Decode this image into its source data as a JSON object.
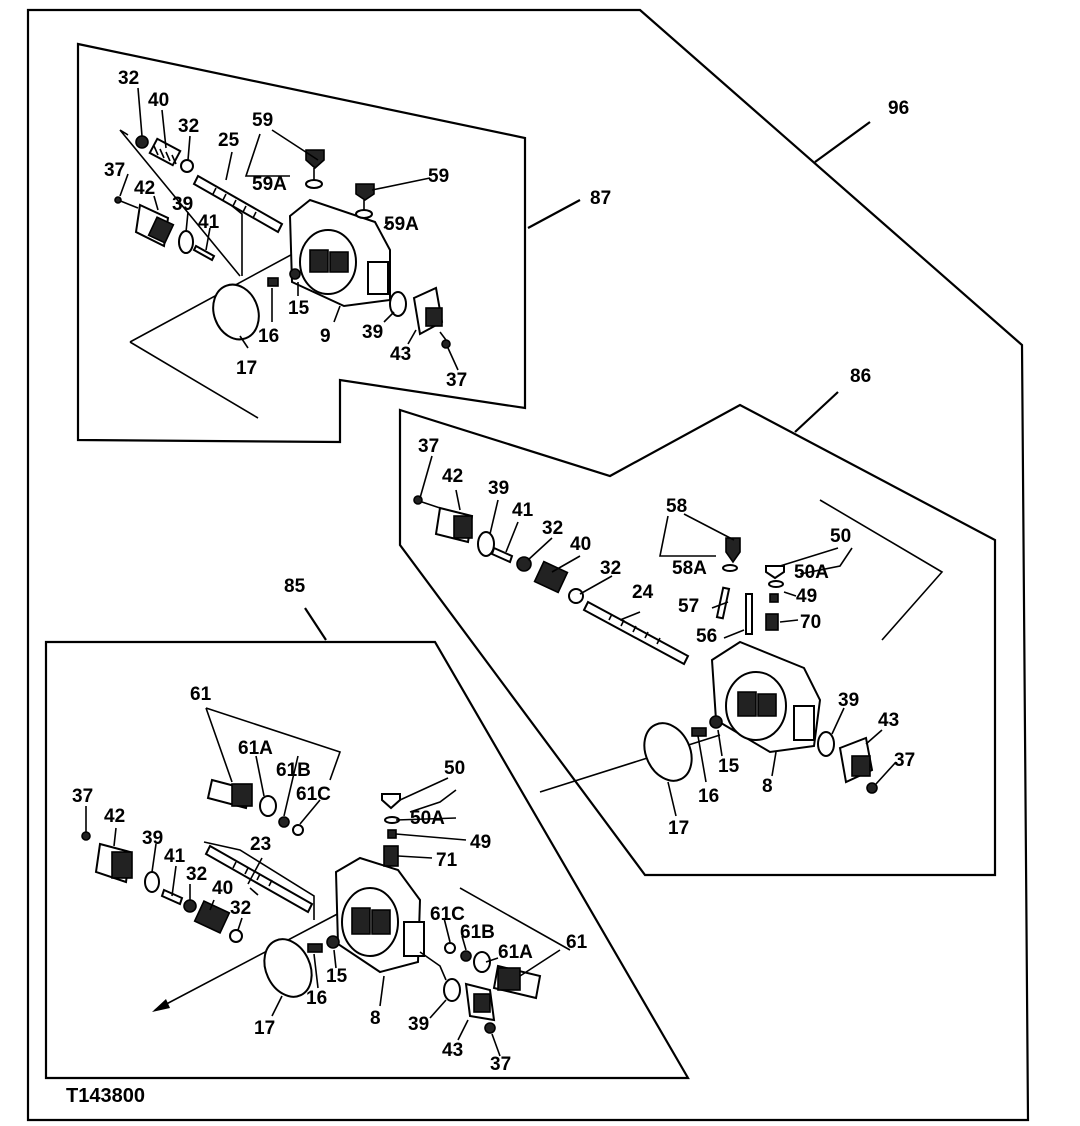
{
  "figure_id": "T143800",
  "labels": {
    "g96": "96",
    "g87": "87",
    "g86": "86",
    "g85": "85",
    "a32a": "32",
    "a40": "40",
    "a32b": "32",
    "a25": "25",
    "a59a": "59",
    "a59Aa": "59A",
    "a59b": "59",
    "a59Ab": "59A",
    "a37a": "37",
    "a42": "42",
    "a39a": "39",
    "a41": "41",
    "a15": "15",
    "a16": "16",
    "a17": "17",
    "a9": "9",
    "a39b": "39",
    "a43": "43",
    "a37b": "37",
    "b37a": "37",
    "b42": "42",
    "b39a": "39",
    "b41": "41",
    "b32a": "32",
    "b40": "40",
    "b32b": "32",
    "b58": "58",
    "b58A": "58A",
    "b50": "50",
    "b50A": "50A",
    "b49": "49",
    "b57": "57",
    "b24": "24",
    "b70": "70",
    "b56": "56",
    "b39b": "39",
    "b43": "43",
    "b37b": "37",
    "b15": "15",
    "b16": "16",
    "b8": "8",
    "b17": "17",
    "c61a": "61",
    "c61Aa": "61A",
    "c61Ba": "61B",
    "c61Ca": "61C",
    "c50": "50",
    "c50A": "50A",
    "c49": "49",
    "c71": "71",
    "c37a": "37",
    "c42": "42",
    "c39a": "39",
    "c41": "41",
    "c23": "23",
    "c32a": "32",
    "c40": "40",
    "c32b": "32",
    "c61Cb": "61C",
    "c61Bb": "61B",
    "c61Ab": "61A",
    "c61b": "61",
    "c15": "15",
    "c16": "16",
    "c17": "17",
    "c8": "8",
    "c39b": "39",
    "c43": "43",
    "c37b": "37"
  }
}
